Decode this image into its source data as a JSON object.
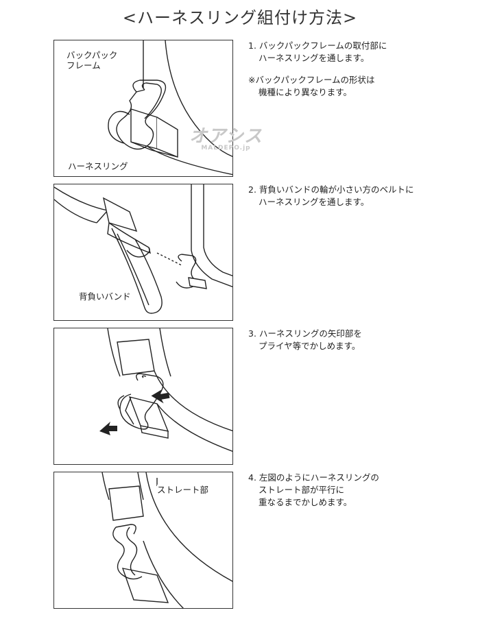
{
  "title": "<ハーネスリング組付け方法>",
  "panels": [
    {
      "labels": [
        "バックパック",
        "フレーム",
        "ハーネスリング"
      ]
    },
    {
      "labels": [
        "背負いバンド"
      ]
    },
    {
      "labels": []
    },
    {
      "labels": [
        "ストレート部"
      ]
    }
  ],
  "steps": [
    {
      "lines": [
        "1. バックパックフレームの取付部に",
        "ハーネスリングを通します。"
      ],
      "note": [
        "※バックパックフレームの形状は",
        "機種により異なります。"
      ]
    },
    {
      "lines": [
        "2. 背負いバンドの輪が小さい方のベルトに",
        "ハーネスリングを通します。"
      ]
    },
    {
      "lines": [
        "3. ハーネスリングの矢印部を",
        "プライヤ等でかしめます。"
      ]
    },
    {
      "lines": [
        "4. 左図のようにハーネスリングの",
        "ストレート部が平行に",
        "重なるまでかしめます。"
      ]
    }
  ],
  "watermark": {
    "main": "オアシス",
    "sub": "MALDEPO.jp"
  }
}
